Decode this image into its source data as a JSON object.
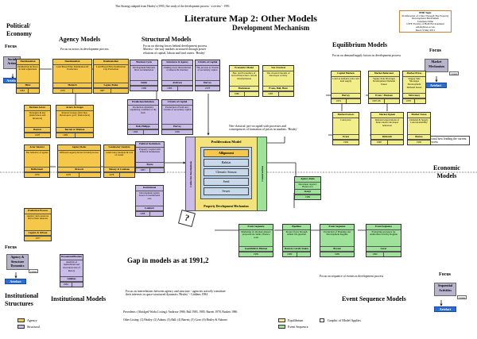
{
  "header": {
    "top_note": "This Strategy adapted from Healey's (1991) 'the study of the development process - a review' - 1991",
    "title": "Literature Map 2: Other Models",
    "subtitle": "Development Mechanism"
  },
  "info_box": {
    "lines": [
      "PHD Topic",
      "Proliferation of Cities Through The Property",
      "Development Mechanism",
      "Jonathan Orme",
      "UWE Faculty of Built Environment",
      "email@uwe.ac.uk",
      "Read: 9 May 2011"
    ]
  },
  "sections": {
    "political": "Political/\nEconomy",
    "agency": "Agency Models",
    "structural": "Structural Models",
    "equilibrium": "Equilibrium Models",
    "economic": "Economic\nModels",
    "institutional_structures": "Institutional\nStructures",
    "institutional_models": "Institutional Models",
    "event_sequence": "Event Sequence Models",
    "gap": "Gap in models as at 1991,2"
  },
  "captions": {
    "agency": "Focus on actors in development process",
    "structural": "Focus on driving forces behind development process. Marxist - the way markets structured through power relations of capital, labour and land owner. 'Healey'",
    "equilibrium": "Focus on demand/supply factors in development process",
    "neo_classical": "Neo-classical: pre-occupied with processes and consequences of formation of prices in markets. 'Healey'",
    "institutional": "Focus on interrelations between agency and structure - agencies actively constitute their interests in space-structured dynamics 'Healey' - Giddens 1984",
    "event_sequence": "Focus on sequence of events in development process",
    "actual_note": "Actual how leading the current process"
  },
  "focus": {
    "label": "Focus",
    "political_box": "Social\nAction",
    "political_cause": "Causes",
    "artifact": "Artefact",
    "market_box": "Market\nMechanism",
    "market_cause": "Causes",
    "inst_box": "Agency &\nStructure\nDynamics",
    "inst_cause": "Causes",
    "seq_box": "Sequential\nActivities",
    "seq_cause": "Causes"
  },
  "agency_boxes": [
    {
      "h": "Dominanation",
      "b": "Domination & flows in land adjustment",
      "m": "Hirst",
      "y": "1984"
    },
    {
      "h": "Dominanation",
      "b": "Land Based Elite Domination Of Production",
      "m": "Molotch",
      "y": "1976"
    },
    {
      "h": "Dominanation",
      "b": "Land Based Elite Domination City Promotion",
      "m": "Logan, Peake",
      "y": "1987"
    },
    {
      "h": "Decision Actors",
      "b": "Strategies & key (landowners and investors)",
      "m": "Barrett",
      "y": "1978"
    },
    {
      "h": "Actors In Stages",
      "b": "Interest Groups; (Ind. Res. Developers; govt; landowners)",
      "m": "Barrett & Whitton",
      "y": "1985"
    },
    {
      "h": "Actor Interest",
      "b": "The behavior of agents",
      "m": "McDermott",
      "y": "1979"
    },
    {
      "h": "Agency Roles",
      "b": "Different Agency Roles in land process",
      "m": "Drewett",
      "y": "1976"
    },
    {
      "h": "Landowner Analysis",
      "b": "Landowner Analysis & role of owner",
      "m": "Massey & Catalano",
      "y": "1978"
    },
    {
      "h": "Production Process",
      "b": "Agency and resources tied to their interests",
      "m": "Legates & Gibson",
      "y": "1977"
    }
  ],
  "structural_boxes": [
    {
      "h": "Marxian Cycle",
      "b": "Development Marxian; Over Accumulation",
      "m": "Smith",
      "y": "1986"
    },
    {
      "h": "Structures & Agency",
      "b": "Linking every interrelations of interest & structure",
      "m": "Ambrose",
      "y": "1986"
    },
    {
      "h": "Circuits of Capital",
      "b": "The process at circuits of secondary capital",
      "m": "Harvey",
      "y": "1978"
    },
    {
      "h": "Production Relations",
      "b": "Production dynamics organising condition of the firm",
      "m": "Ball, Philipps",
      "y": "1986"
    },
    {
      "h": "Circuits of Capital",
      "b": "Production of built env.; circuits of secondary capital",
      "m": "Harvey",
      "y": "1985"
    },
    {
      "h": "Political Institutions",
      "b": "Property Capital with Political Institutions",
      "m": "Byrne",
      "y": "1983"
    },
    {
      "h": "Institutional",
      "b": "Development agents based on institutional role",
      "m": "Lambert",
      "y": "1988"
    }
  ],
  "neo_boxes": [
    {
      "h": "Economics Model",
      "b": "Bus. and Economics of Social Interaction: current transformation",
      "m": "Maclennan",
      "y": "1986"
    },
    {
      "h": "Neo Classical",
      "b": "The classical models of Developer activity",
      "m": "Evans, Ball, Hunt",
      "y": "1985"
    }
  ],
  "equil_boxes": [
    {
      "h": "Capital Markets",
      "b": "Land as demand; price and land supply",
      "m": "Harvey",
      "y": "1974"
    },
    {
      "h": "Market Behaviour",
      "b": "Supply Side Shortages Development Demand Issues",
      "m": "Evans / Maclean",
      "y": "1987-88"
    },
    {
      "h": "Market Prices",
      "b": "Supply Side Shortages Development Demand Issues",
      "m": "McGraney",
      "y": "1978"
    },
    {
      "h": "Market Factors",
      "b": "Land price",
      "m": "Evans",
      "y": "1983"
    },
    {
      "h": "Market Signals",
      "b": "Rational expectations of future model developer behaviour",
      "m": "Richards",
      "y": "1998"
    },
    {
      "h": "Market Vision",
      "b": "Demand & Supply Land Availability",
      "m": "Barnes",
      "y": "1983"
    }
  ],
  "event_boxes": [
    {
      "h": "Agency Roles",
      "b": "Developer Agency Based on a Development",
      "m": "Kenyi",
      "y": "1989"
    },
    {
      "h": "Event Sequence",
      "b": "Marketing of alternate phases: proposals & clients; finance costs",
      "m": "Goodchild & Munton",
      "y": "1985"
    },
    {
      "h": "Pipelines",
      "b": "Project flows through annual life pipeline",
      "m": "Barrett, Cavell, Stokes",
      "y": "1980"
    },
    {
      "h": "Event Sequence",
      "b": "Production of Planning and Development Regime",
      "m": "Bryant",
      "y": "1985"
    },
    {
      "h": "Event Sequence",
      "b": "Evaluating pressures for Authorities Activity Regime",
      "m": "Lever",
      "y": "1990"
    }
  ],
  "inst_boxes": [
    {
      "h": "Decommodification",
      "b": "Analysis of institutional and structural roles of history",
      "m": "Giddens",
      "y": "1984"
    }
  ],
  "center": {
    "title": "Proliferation Model",
    "items": [
      "Allignment",
      "Habitat",
      "Climatic Season",
      "Seed",
      "Sewer"
    ],
    "footer": "Property Development Mechanism",
    "left_label": "Collective Institutions",
    "right_label": "Construction"
  },
  "question_mark": "?",
  "bottom_refs": {
    "line1": "Precedents: (Abridged Works Listing): Ambrose 1986; Ball 1983, 1985; Barrett 1978; Burkett 1986",
    "line2": "Other Listing: (1) Healey; (2) Adams; (3) Ball; (4) Barrett; (5) Gore; (6) Healey & Nabarro"
  },
  "legend": {
    "agency": "Agency",
    "structural": "Structural",
    "equilibrium": "Equilibrium",
    "event": "Event Sequence",
    "graphic": "Graphic of Model Applies"
  },
  "colors": {
    "agency": "#f6c84a",
    "structural": "#c9bce8",
    "equilibrium": "#f2ef8a",
    "event": "#9fe39a",
    "artifact": "#2b6fd6",
    "center_frame": "#f4e27a"
  }
}
